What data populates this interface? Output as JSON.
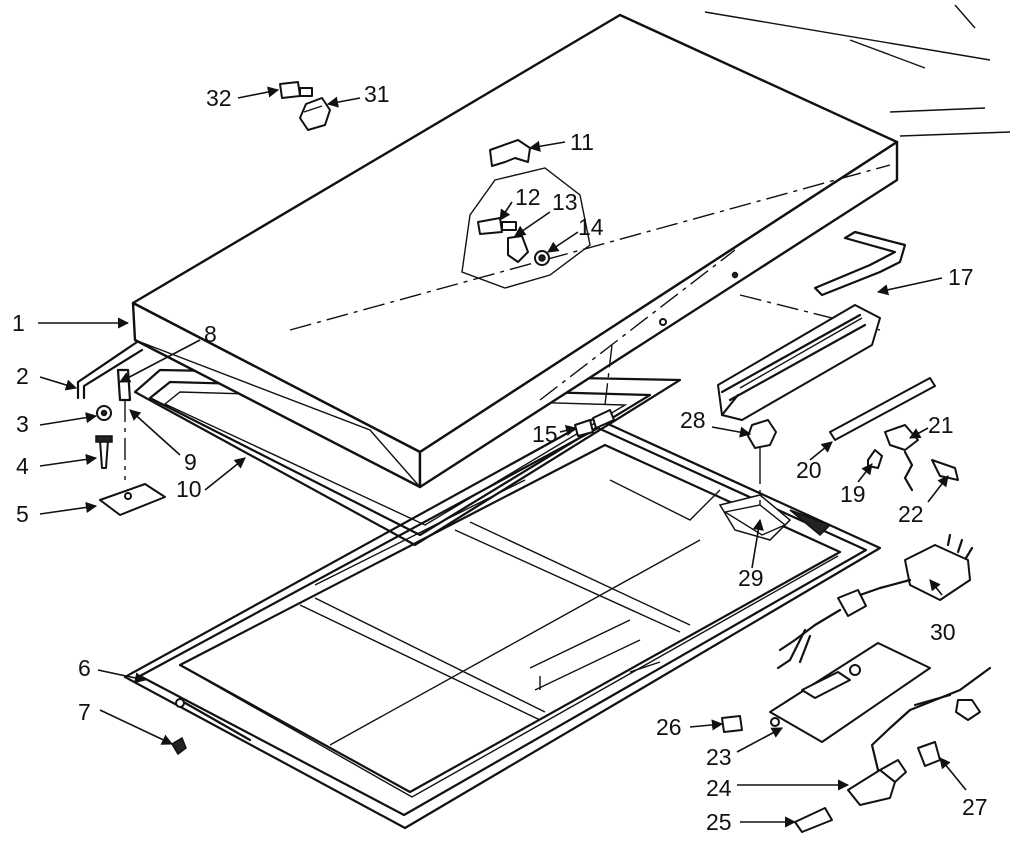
{
  "callouts": [
    "32",
    "31",
    "11",
    "12",
    "13",
    "14",
    "17",
    "1",
    "8",
    "2",
    "3",
    "4",
    "9",
    "10",
    "5",
    "15",
    "28",
    "21",
    "20",
    "19",
    "22",
    "29",
    "30",
    "6",
    "7",
    "26",
    "23",
    "24",
    "25",
    "27"
  ],
  "colors": {
    "line": "#111111",
    "background": "#ffffff"
  }
}
